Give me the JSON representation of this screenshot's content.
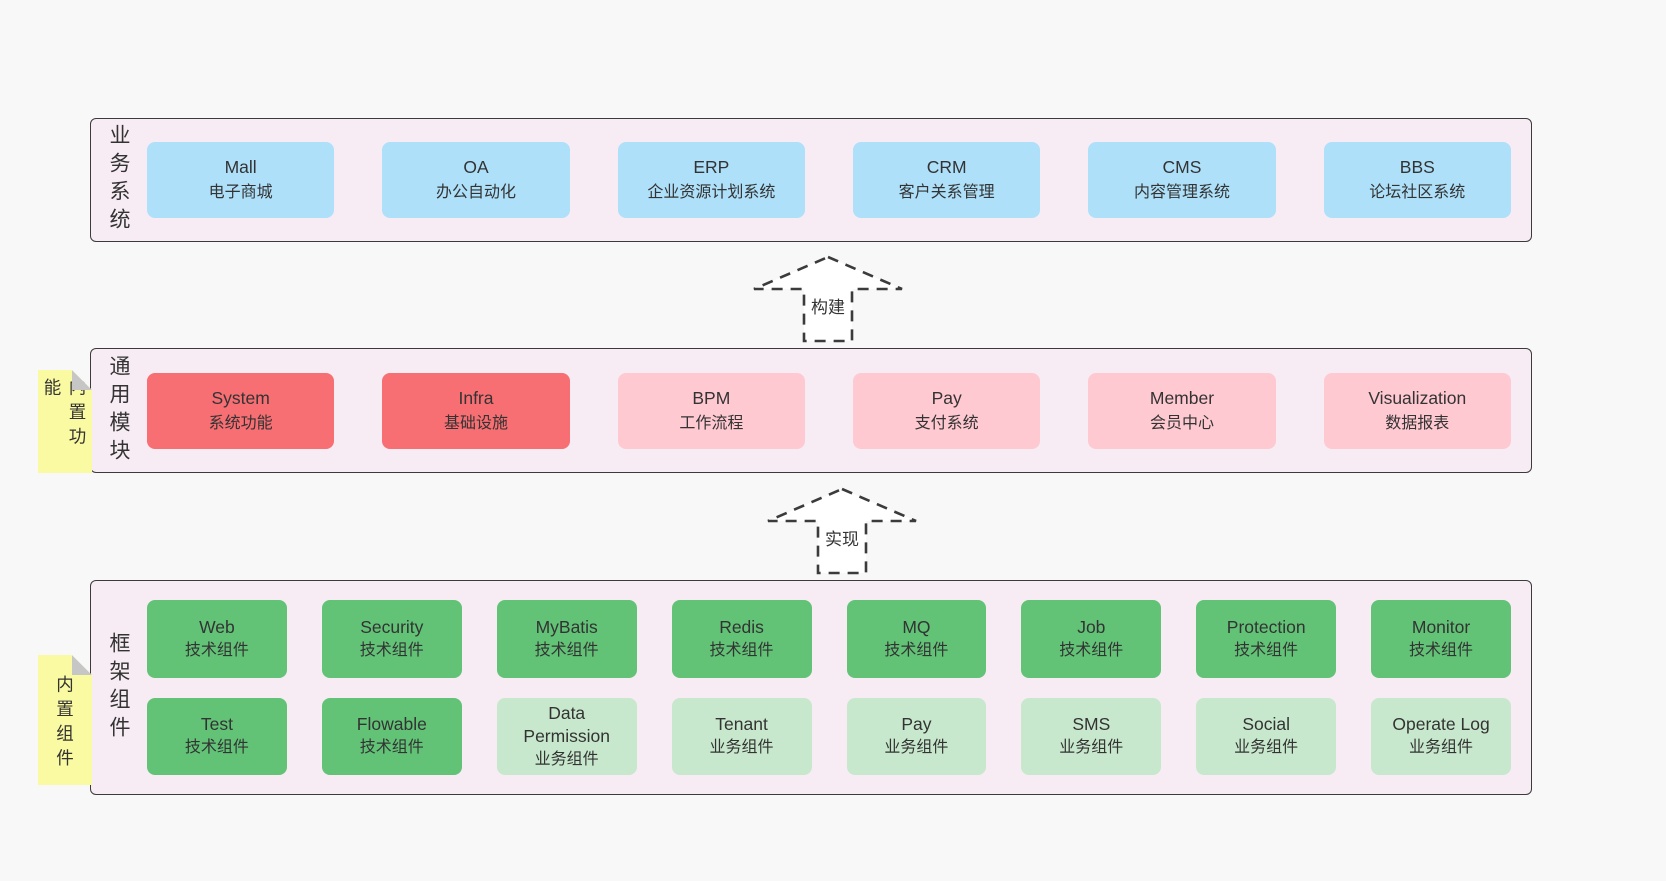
{
  "colors": {
    "page_bg": "#f8f8f8",
    "panel_bg": "#f7ecf4",
    "panel_border": "#3b3b3b",
    "blue_box": "#aee0fa",
    "red_box": "#f76e73",
    "pink_box": "#ffc9d2",
    "green_dark_box": "#62c377",
    "green_light_box": "#c7e8cc",
    "yellow_tab": "#fafaa2",
    "fold_gray": "#c6c6c6",
    "text": "#333333"
  },
  "arrows": [
    {
      "label": "构建"
    },
    {
      "label": "实现"
    }
  ],
  "sections": {
    "business": {
      "label": "业务系统",
      "boxes": [
        {
          "name": "Mall",
          "desc": "电子商城",
          "variant": "blue"
        },
        {
          "name": "OA",
          "desc": "办公自动化",
          "variant": "blue"
        },
        {
          "name": "ERP",
          "desc": "企业资源计划系统",
          "variant": "blue"
        },
        {
          "name": "CRM",
          "desc": "客户关系管理",
          "variant": "blue"
        },
        {
          "name": "CMS",
          "desc": "内容管理系统",
          "variant": "blue"
        },
        {
          "name": "BBS",
          "desc": "论坛社区系统",
          "variant": "blue"
        }
      ]
    },
    "modules": {
      "label": "通用模块",
      "tab": "内置功能",
      "boxes": [
        {
          "name": "System",
          "desc": "系统功能",
          "variant": "red"
        },
        {
          "name": "Infra",
          "desc": "基础设施",
          "variant": "red"
        },
        {
          "name": "BPM",
          "desc": "工作流程",
          "variant": "pink"
        },
        {
          "name": "Pay",
          "desc": "支付系统",
          "variant": "pink"
        },
        {
          "name": "Member",
          "desc": "会员中心",
          "variant": "pink"
        },
        {
          "name": "Visualization",
          "desc": "数据报表",
          "variant": "pink"
        }
      ]
    },
    "framework": {
      "label": "框架组件",
      "tab": "内置组件",
      "rows": [
        [
          {
            "name": "Web",
            "desc": "技术组件",
            "variant": "green-dark"
          },
          {
            "name": "Security",
            "desc": "技术组件",
            "variant": "green-dark"
          },
          {
            "name": "MyBatis",
            "desc": "技术组件",
            "variant": "green-dark"
          },
          {
            "name": "Redis",
            "desc": "技术组件",
            "variant": "green-dark"
          },
          {
            "name": "MQ",
            "desc": "技术组件",
            "variant": "green-dark"
          },
          {
            "name": "Job",
            "desc": "技术组件",
            "variant": "green-dark"
          },
          {
            "name": "Protection",
            "desc": "技术组件",
            "variant": "green-dark"
          },
          {
            "name": "Monitor",
            "desc": "技术组件",
            "variant": "green-dark"
          }
        ],
        [
          {
            "name": "Test",
            "desc": "技术组件",
            "variant": "green-dark"
          },
          {
            "name": "Flowable",
            "desc": "技术组件",
            "variant": "green-dark"
          },
          {
            "name": "Data Permission",
            "desc": "业务组件",
            "variant": "green-light"
          },
          {
            "name": "Tenant",
            "desc": "业务组件",
            "variant": "green-light"
          },
          {
            "name": "Pay",
            "desc": "业务组件",
            "variant": "green-light"
          },
          {
            "name": "SMS",
            "desc": "业务组件",
            "variant": "green-light"
          },
          {
            "name": "Social",
            "desc": "业务组件",
            "variant": "green-light"
          },
          {
            "name": "Operate Log",
            "desc": "业务组件",
            "variant": "green-light"
          }
        ]
      ]
    }
  }
}
